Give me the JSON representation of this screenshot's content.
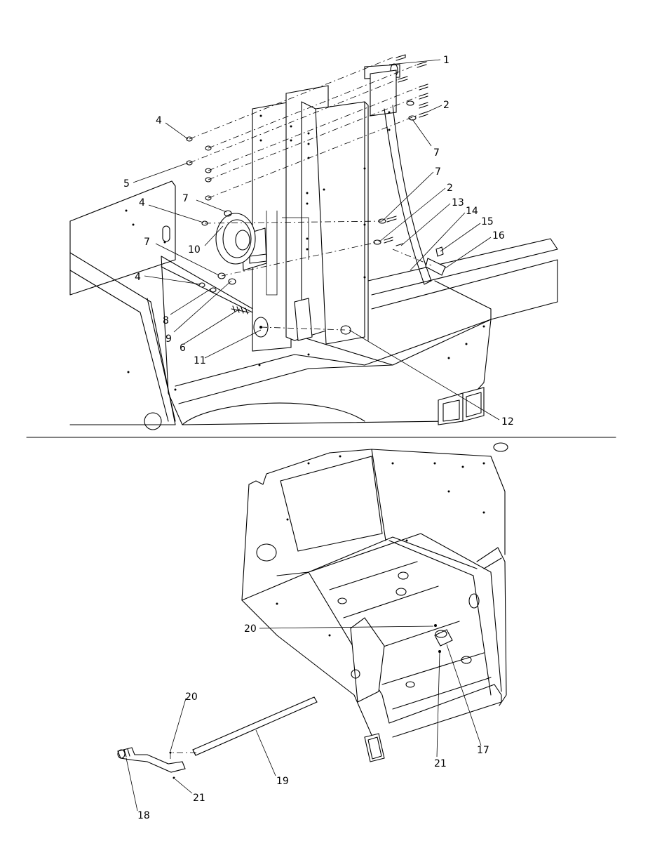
{
  "top_callouts": [
    "1",
    "2",
    "7",
    "7",
    "2",
    "13",
    "14",
    "15",
    "16",
    "4",
    "5",
    "7",
    "4",
    "10",
    "7",
    "4",
    "8",
    "9",
    "6",
    "11",
    "12"
  ],
  "bottom_callouts": [
    "20",
    "17",
    "21",
    "20",
    "19",
    "21",
    "18"
  ]
}
